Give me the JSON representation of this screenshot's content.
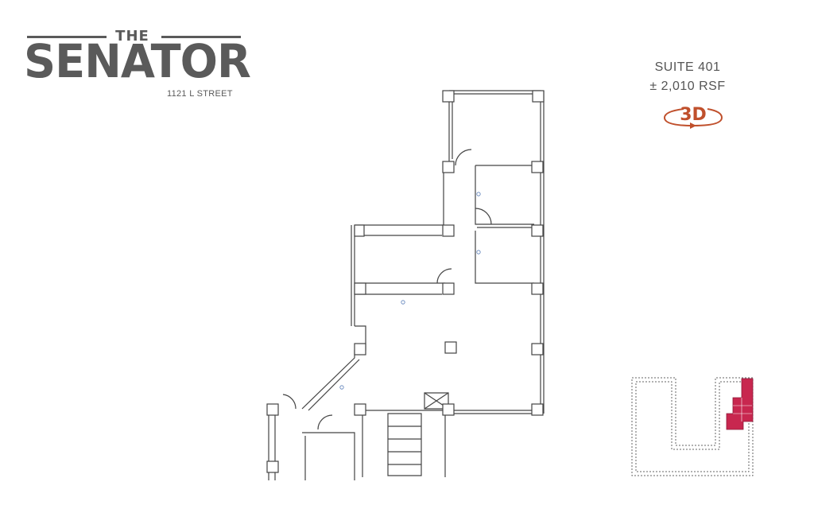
{
  "brand": {
    "prefix": "THE",
    "name": "SENATOR",
    "address": "1121 L STREET"
  },
  "suite": {
    "name": "SUITE 401",
    "area": "± 2,010 RSF"
  },
  "badge": {
    "label": "3D",
    "icon": "rotate-3d-icon",
    "color": "#c0502c"
  },
  "keyplan": {
    "highlight_color": "#c8274f"
  }
}
